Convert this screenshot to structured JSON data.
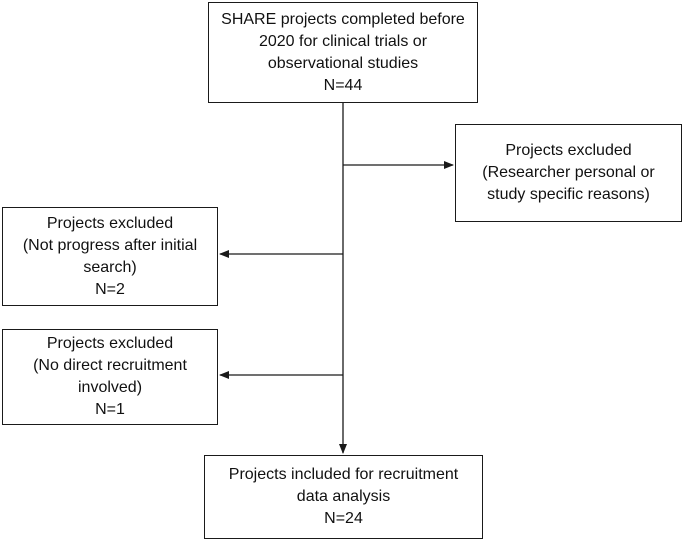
{
  "nodes": {
    "top": {
      "lines": [
        "SHARE projects completed before",
        "2020 for clinical trials or",
        "observational studies",
        "N=44"
      ]
    },
    "right": {
      "lines": [
        "Projects excluded",
        "(Researcher personal or",
        "study specific reasons)"
      ]
    },
    "left1": {
      "lines": [
        "Projects excluded",
        "(Not progress after initial",
        "search)",
        "N=2"
      ]
    },
    "left2": {
      "lines": [
        "Projects excluded",
        "(No direct recruitment",
        "involved)",
        "N=1"
      ]
    },
    "bottom": {
      "lines": [
        "Projects included for recruitment",
        "data analysis",
        "N=24"
      ]
    }
  },
  "edges": [
    {
      "from": "top",
      "to": "right"
    },
    {
      "from": "top",
      "to": "left1"
    },
    {
      "from": "top",
      "to": "left2"
    },
    {
      "from": "top",
      "to": "bottom"
    }
  ],
  "colors": {
    "line": "#1a1a1a",
    "text": "#111111",
    "background": "#ffffff"
  }
}
